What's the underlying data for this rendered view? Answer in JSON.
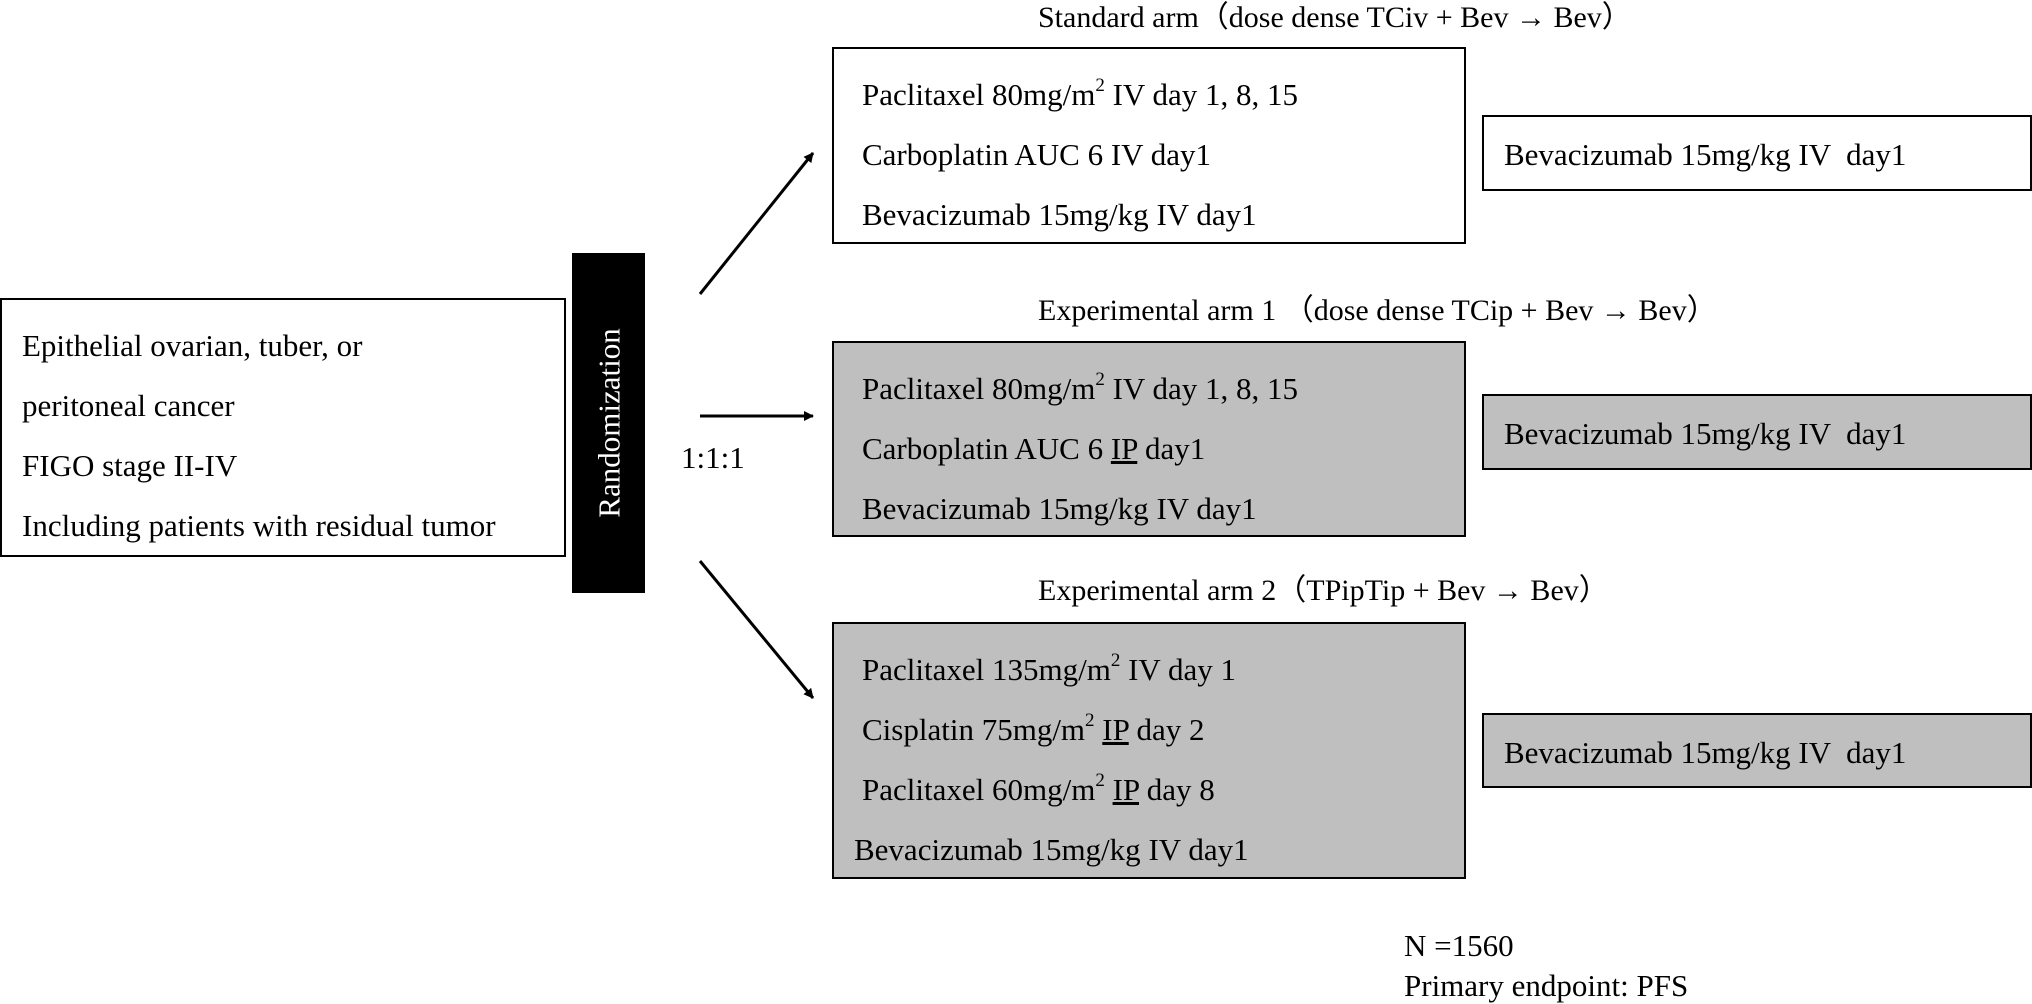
{
  "eligibility": {
    "lines": [
      "Epithelial ovarian, tuber, or",
      "peritoneal cancer",
      "FIGO stage II-IV",
      "Including patients with residual tumor"
    ]
  },
  "randomization": {
    "label": "Randomization",
    "ratio": "1:1:1"
  },
  "arms": [
    {
      "heading": "Standard arm（dose dense TCiv + Bev → Bev）",
      "fill": "white",
      "regimen": [
        {
          "pre": "Paclitaxel 80mg/m",
          "sup": "2",
          "route": "IV",
          "route_underlined": false,
          "post": " day 1, 8, 15"
        },
        {
          "pre": "Carboplatin AUC 6 ",
          "sup": "",
          "route": "IV",
          "route_underlined": false,
          "post": " day1"
        },
        {
          "pre": "Bevacizumab 15mg/kg ",
          "sup": "",
          "route": "IV",
          "route_underlined": false,
          "post": " day1"
        }
      ],
      "maintenance": "Bevacizumab 15mg/kg IV  day1"
    },
    {
      "heading": "Experimental arm 1 （dose dense TCip + Bev → Bev）",
      "fill": "gray",
      "regimen": [
        {
          "pre": "Paclitaxel 80mg/m",
          "sup": "2",
          "route": "IV",
          "route_underlined": false,
          "post": " day 1, 8, 15"
        },
        {
          "pre": "Carboplatin AUC 6 ",
          "sup": "",
          "route": "IP",
          "route_underlined": true,
          "post": " day1"
        },
        {
          "pre": "Bevacizumab 15mg/kg ",
          "sup": "",
          "route": "IV",
          "route_underlined": false,
          "post": " day1"
        }
      ],
      "maintenance": "Bevacizumab 15mg/kg IV  day1"
    },
    {
      "heading": "Experimental arm 2（TPipTip + Bev → Bev）",
      "fill": "gray",
      "regimen": [
        {
          "pre": "Paclitaxel 135mg/m",
          "sup": "2",
          "route": "IV",
          "route_underlined": false,
          "post": " day 1"
        },
        {
          "pre": "Cisplatin 75mg/m",
          "sup": "2",
          "route": "IP",
          "route_underlined": true,
          "post": " day 2"
        },
        {
          "pre": "Paclitaxel 60mg/m",
          "sup": "2",
          "route": "IP",
          "route_underlined": true,
          "post": " day 8"
        },
        {
          "pre": "Bevacizumab 15mg/kg ",
          "sup": "",
          "route": "IV",
          "route_underlined": false,
          "post": " day1"
        }
      ],
      "maintenance": "Bevacizumab 15mg/kg IV  day1"
    }
  ],
  "footer": {
    "sample_size": "N =1560",
    "primary_endpoint": "Primary endpoint: PFS"
  },
  "colors": {
    "standard_fill": "#ffffff",
    "experimental_fill": "#bfbfbf",
    "randomization_bar": "#000000"
  }
}
